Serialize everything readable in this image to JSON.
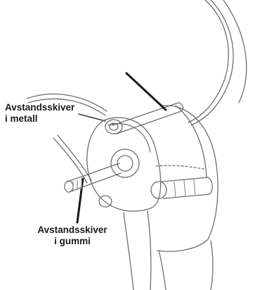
{
  "labels": {
    "metal_line1": "Avstandsskiver",
    "metal_line2": "i metall",
    "rubber_line1": "Avstandsskiver",
    "rubber_line2": "i gummi"
  },
  "colors": {
    "ink": "#1a1a1a",
    "sketch": "#6e6e6e",
    "hatch": "#9a9a9a",
    "background": "#ffffff"
  }
}
